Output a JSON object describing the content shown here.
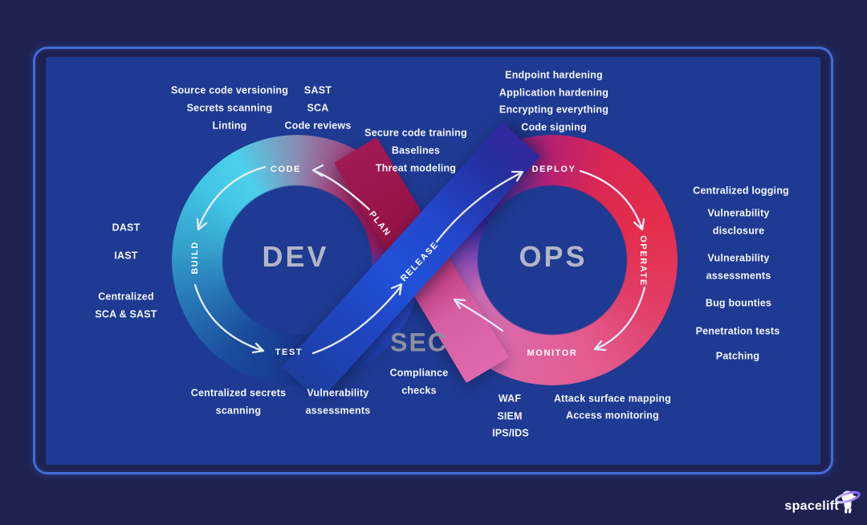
{
  "scene": {
    "colors": {
      "outer_background": "#1f2251",
      "panel_background": "#1e3a92",
      "frame_border": "#3f6cdb",
      "loop_cyan": "#41c6e6",
      "loop_dev_blue": "#1a4c9c",
      "release_blue": "#2150d8",
      "plan_crimson": "#a8164f",
      "ops_red": "#e52d4b",
      "ops_pink": "#e0639c",
      "ops_purple": "#6e2b96",
      "arrow_white": "#e8ebfa",
      "big_label_gray": "#b2b6c4"
    }
  },
  "diagram": {
    "dev": "DEV",
    "ops": "OPS",
    "sec": "SEC",
    "stages": {
      "plan": "PLAN",
      "code": "CODE",
      "build": "BUILD",
      "test": "TEST",
      "release": "RELEASE",
      "deploy": "DEPLOY",
      "operate": "OPERATE",
      "monitor": "MONITOR"
    }
  },
  "annotations": {
    "top_left_a": [
      "Source code versioning",
      "Secrets scanning",
      "Linting"
    ],
    "top_left_b": [
      "SAST",
      "SCA",
      "Code reviews"
    ],
    "top_mid": [
      "Secure code training",
      "Baselines",
      "Threat modeling"
    ],
    "top_right": [
      "Endpoint hardening",
      "Application hardening",
      "Encrypting everything",
      "Code signing"
    ],
    "left": [
      "DAST",
      "IAST",
      "Centralized\nSCA & SAST"
    ],
    "right": [
      "Centralized logging",
      "Vulnerability\ndisclosure",
      "Vulnerability\nassessments",
      "Bug bounties",
      "Penetration tests",
      "Patching"
    ],
    "bottom_left": [
      "Centralized secrets\nscanning",
      "Vulnerability\nassessments"
    ],
    "sec_note": "Compliance\nchecks",
    "bottom_mid": [
      "WAF",
      "SIEM",
      "IPS/IDS"
    ],
    "bottom_right": [
      "Attack surface mapping",
      "Access monitoring"
    ]
  },
  "logo": {
    "name": "spacelift"
  }
}
